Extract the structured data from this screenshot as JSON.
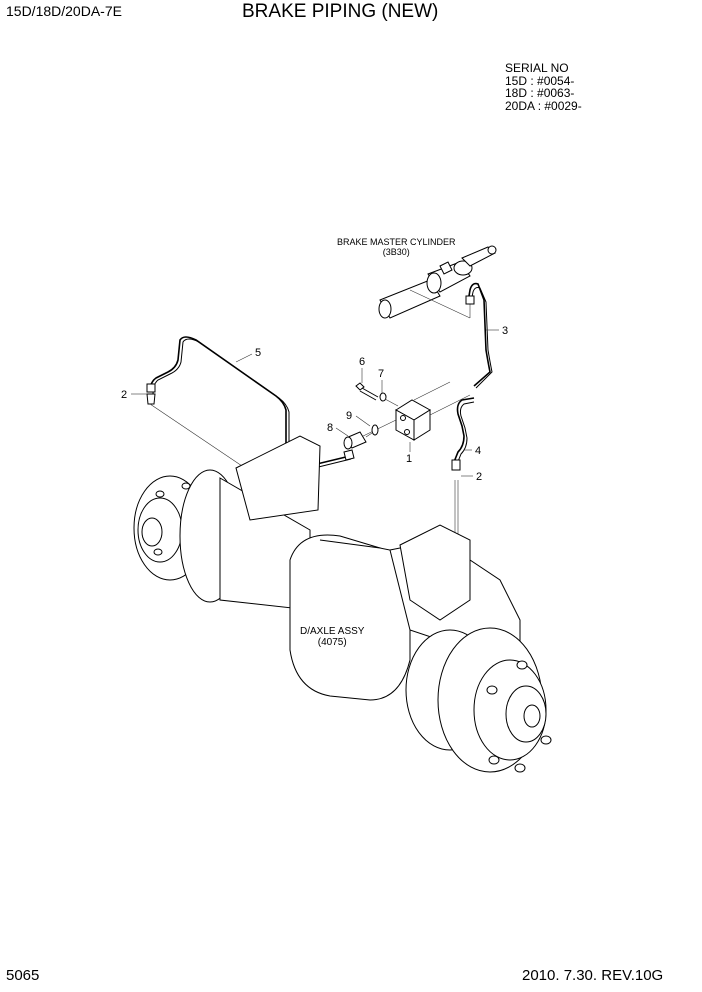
{
  "header": {
    "model": "15D/18D/20DA-7E",
    "title": "BRAKE PIPING (NEW)"
  },
  "serial": {
    "heading": "SERIAL NO",
    "lines": [
      "15D : #0054-",
      "18D : #0063-",
      "20DA : #0029-"
    ]
  },
  "labels": {
    "master_cylinder": "BRAKE MASTER CYLINDER",
    "master_cylinder_ref": "(3B30)",
    "axle": "D/AXLE ASSY",
    "axle_ref": "(4075)"
  },
  "callouts": [
    "1",
    "2",
    "2",
    "3",
    "4",
    "5",
    "6",
    "7",
    "8",
    "9"
  ],
  "footer": {
    "page_number": "5065",
    "date_rev": "2010. 7.30.  REV.10G"
  }
}
